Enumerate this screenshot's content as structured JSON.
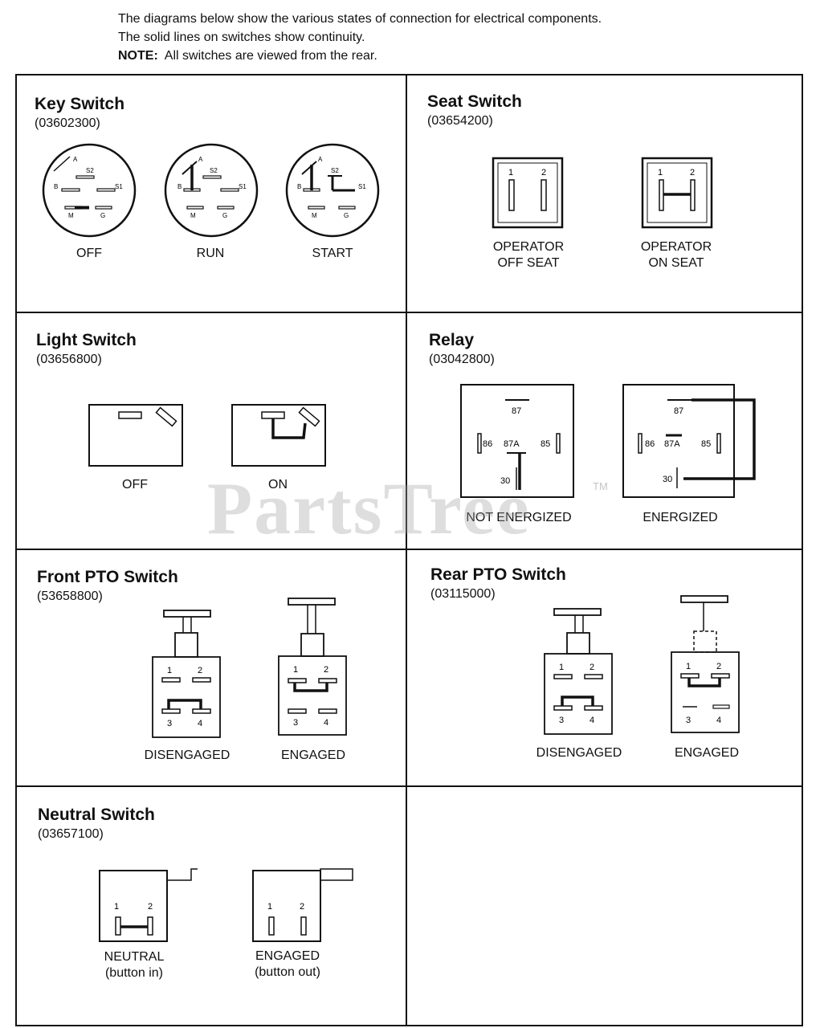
{
  "intro": {
    "line1": "The diagrams below show the various states of connection for electrical components.",
    "line2": "The solid lines on switches show continuity.",
    "note_label": "NOTE:",
    "note_text": "All switches are viewed from the rear."
  },
  "key_switch": {
    "title": "Key Switch",
    "part": "(03602300)",
    "terminals": {
      "a": "A",
      "s2": "S2",
      "b": "B",
      "s1": "S1",
      "m": "M",
      "g": "G"
    },
    "states": [
      "OFF",
      "RUN",
      "START"
    ]
  },
  "seat_switch": {
    "title": "Seat Switch",
    "part": "(03654200)",
    "terminals": [
      "1",
      "2"
    ],
    "states": [
      {
        "l1": "OPERATOR",
        "l2": "OFF SEAT"
      },
      {
        "l1": "OPERATOR",
        "l2": "ON SEAT"
      }
    ]
  },
  "light_switch": {
    "title": "Light Switch",
    "part": "(03656800)",
    "states": [
      "OFF",
      "ON"
    ]
  },
  "relay": {
    "title": "Relay",
    "part": "(03042800)",
    "terminals": {
      "t87": "87",
      "t86": "86",
      "t87a": "87A",
      "t85": "85",
      "t30": "30"
    },
    "states": [
      "NOT ENERGIZED",
      "ENERGIZED"
    ]
  },
  "front_pto": {
    "title": "Front PTO Switch",
    "part": "(53658800)",
    "terminals": [
      "1",
      "2",
      "3",
      "4"
    ],
    "states": [
      "DISENGAGED",
      "ENGAGED"
    ]
  },
  "rear_pto": {
    "title": "Rear PTO Switch",
    "part": "(03115000)",
    "terminals": [
      "1",
      "2",
      "3",
      "4"
    ],
    "states": [
      "DISENGAGED",
      "ENGAGED"
    ]
  },
  "neutral_switch": {
    "title": "Neutral Switch",
    "part": "(03657100)",
    "terminals": [
      "1",
      "2"
    ],
    "states": [
      {
        "l1": "NEUTRAL",
        "l2": "(button in)"
      },
      {
        "l1": "ENGAGED",
        "l2": "(button out)"
      }
    ]
  },
  "watermark": {
    "text": "PartsTree",
    "tm": "TM"
  }
}
